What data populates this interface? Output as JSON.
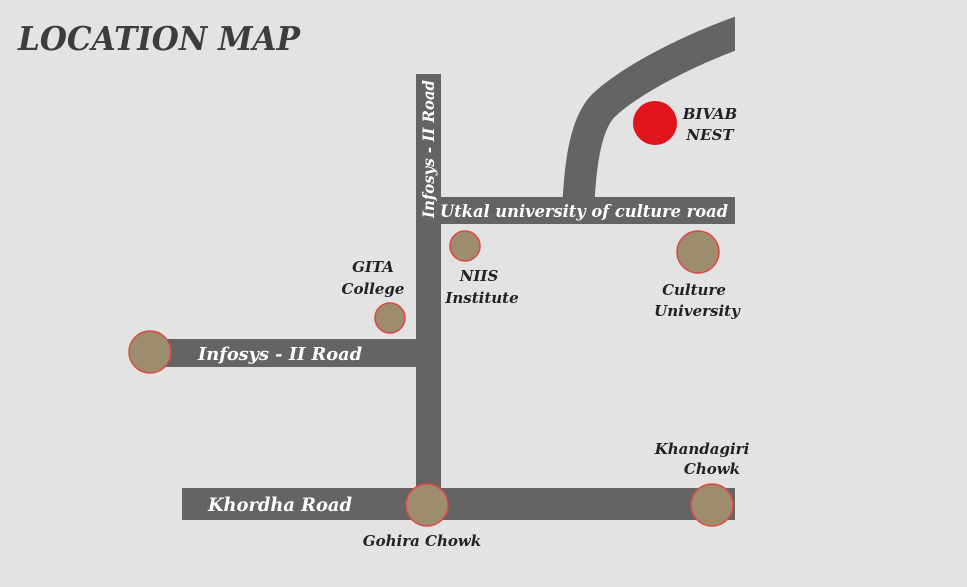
{
  "title": "LOCATION MAP",
  "colors": {
    "background": "#e3e3e3",
    "road": "#646464",
    "road_text": "#ffffff",
    "landmark_fill": "#9e8c6e",
    "landmark_stroke": "#db4a45",
    "destination": "#e1141b",
    "label": "#222222",
    "title": "#3d3d3d"
  },
  "roads": {
    "infosys_vertical": "Infosys - II Road",
    "utkal": "Utkal university of culture road",
    "infosys_horizontal": "Infosys - II Road",
    "khordha": "Khordha Road"
  },
  "landmarks": {
    "bivab_nest": {
      "icon": "red-dot-marker",
      "lines": [
        "BIVAB",
        "NEST"
      ]
    },
    "gita_college": {
      "icon": "circle-marker",
      "lines": [
        "GITA",
        "College"
      ]
    },
    "niis_institute": {
      "icon": "circle-marker",
      "lines": [
        "NIIS",
        "Institute"
      ]
    },
    "culture_university": {
      "icon": "circle-marker",
      "lines": [
        "Culture",
        "University"
      ]
    },
    "khandagiri_chowk": {
      "icon": "circle-marker",
      "lines": [
        "Khandagiri",
        "Chowk"
      ]
    },
    "gohira_chowk": {
      "icon": "circle-marker",
      "lines": [
        "Gohira Chowk"
      ]
    }
  }
}
